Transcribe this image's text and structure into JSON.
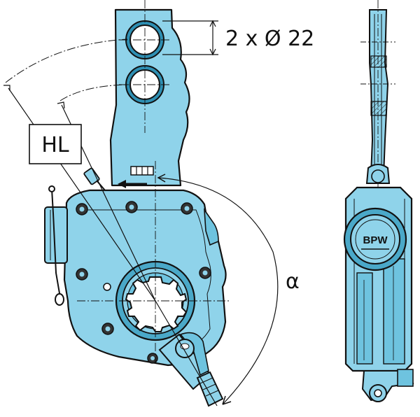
{
  "diagram": {
    "labels": {
      "hole_spec": "2 x Ø 22",
      "lever_length": "HL",
      "angle": "α"
    },
    "logo_text": "BPW",
    "colors": {
      "body_fill": "#8fd3ea",
      "body_dark": "#4aa8c8",
      "outline": "#111111",
      "background": "#ffffff"
    }
  }
}
